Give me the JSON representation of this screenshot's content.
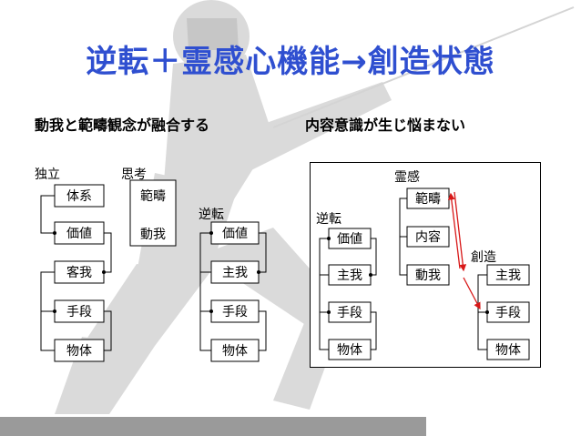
{
  "slide": {
    "title": "逆転＋霊感心機能→創造状態",
    "left_subtitle": "動我と範疇観念が融合する",
    "right_subtitle": "内容意識が生じ悩まない"
  },
  "left_diagram": {
    "groups": {
      "dokuritsu": "独立",
      "shikou": "思考",
      "gyakuten": "逆転"
    },
    "dokuritsu_boxes": [
      "体系",
      "価値",
      "客我",
      "手段",
      "物体"
    ],
    "shikou_boxes": [
      "範疇",
      "動我"
    ],
    "gyakuten_boxes": [
      "価値",
      "主我",
      "手段",
      "物体"
    ]
  },
  "right_diagram": {
    "groups": {
      "reikan": "霊感",
      "gyakuten": "逆転",
      "souzou": "創造"
    },
    "reikan_boxes": [
      "範疇",
      "内容",
      "動我"
    ],
    "gyakuten_boxes": [
      "価値",
      "主我",
      "手段",
      "物体"
    ],
    "souzou_boxes": [
      "主我",
      "手段",
      "物体"
    ]
  },
  "colors": {
    "title": "#2f4fd0",
    "arrow": "#d81818",
    "background_figure": "#c8c8c8"
  }
}
